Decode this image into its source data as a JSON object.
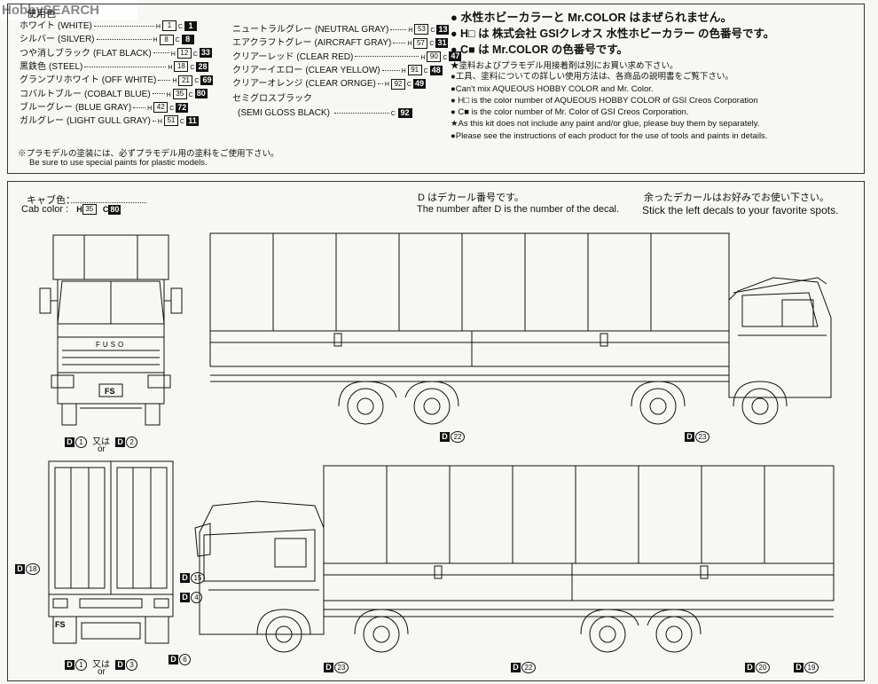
{
  "watermark": "HobbySEARCH",
  "paint_section_title": "使用色",
  "paints_left": [
    {
      "jp": "ホワイト",
      "en": "(WHITE)",
      "h": "1",
      "c": "1"
    },
    {
      "jp": "シルバー",
      "en": "(SILVER)",
      "h": "8",
      "c": "8"
    },
    {
      "jp": "つや消しブラック",
      "en": "(FLAT BLACK)",
      "h": "12",
      "c": "33"
    },
    {
      "jp": "黒鉄色",
      "en": "(STEEL)",
      "h": "18",
      "c": "28"
    },
    {
      "jp": "グランプリホワイト",
      "en": "(OFF WHITE)",
      "h": "21",
      "c": "69"
    },
    {
      "jp": "コバルトブルー",
      "en": "(COBALT BLUE)",
      "h": "35",
      "c": "80"
    },
    {
      "jp": "ブルーグレー",
      "en": "(BLUE GRAY)",
      "h": "42",
      "c": "72"
    },
    {
      "jp": "ガルグレー",
      "en": "(LIGHT GULL GRAY)",
      "h": "51",
      "c": "11"
    }
  ],
  "paints_right": [
    {
      "jp": "ニュートラルグレー",
      "en": "(NEUTRAL GRAY)",
      "h": "53",
      "c": "13"
    },
    {
      "jp": "エアクラフトグレー",
      "en": "(AIRCRAFT GRAY)",
      "h": "57",
      "c": "31"
    },
    {
      "jp": "クリアーレッド",
      "en": "(CLEAR RED)",
      "h": "90",
      "c": "47"
    },
    {
      "jp": "クリアーイエロー",
      "en": "(CLEAR YELLOW)",
      "h": "91",
      "c": "48"
    },
    {
      "jp": "クリアーオレンジ",
      "en": "(CLEAR ORNGE)",
      "h": "92",
      "c": "49"
    }
  ],
  "semigloss": {
    "jp": "セミグロスブラック",
    "en": "(SEMI GLOSS BLACK)",
    "c": "92"
  },
  "prefix_h": "H",
  "prefix_c": "C",
  "notes_right": [
    "● 水性ホビーカラーと Mr.COLOR はまぜられません。",
    "● H□ は 株式会社 GSIクレオス 水性ホビーカラー の色番号です。",
    "● C■ は Mr.COLOR の色番号です。",
    "★塗料およびプラモデル用接着剤は別にお買い求め下さい。",
    "●工具、塗料についての詳しい使用方法は、各商品の説明書をご覧下さい。",
    "●Can't mix AQUEOUS HOBBY COLOR and Mr. Color.",
    "● H□ is the color number of AQUEOUS HOBBY COLOR of GSI Creos Corporation",
    "● C■ is the color number of Mr. Color of GSI Creos Corporation.",
    "★As this kit does not include any paint and/or glue, please buy them by separately.",
    "●Please see the instructions of each product for the use of tools and paints in details."
  ],
  "plastic_note_jp": "※プラモデルの塗装には、必ずプラモデル用の塗料をご使用下さい。",
  "plastic_note_en": "Be sure to use special paints for plastic models.",
  "cab_color_jp": "キャブ色：",
  "cab_color_en": "Cab color :",
  "cab_h": "35",
  "cab_c": "80",
  "decal_note_jp": "D はデカール番号です。",
  "decal_note_en": "The number after D is the number of the decal.",
  "left_decal_jp": "余ったデカールはお好みでお使い下さい。",
  "left_decal_en": "Stick the left decals to your favorite spots.",
  "grille_brand": "FUSO",
  "plate_text": "FS",
  "decal_labels": {
    "front_or": "又は",
    "front_or_en": "or",
    "front_a": "1",
    "front_b": "2",
    "side_top_a": "22",
    "side_top_b": "23",
    "rear_18": "18",
    "rear_15": "15",
    "rear_4": "4",
    "rear_6": "6",
    "rear_a": "1",
    "rear_b": "3",
    "side_bot_23": "23",
    "side_bot_22": "22",
    "side_bot_20": "20",
    "side_bot_19": "19"
  },
  "decal_prefix": "D"
}
